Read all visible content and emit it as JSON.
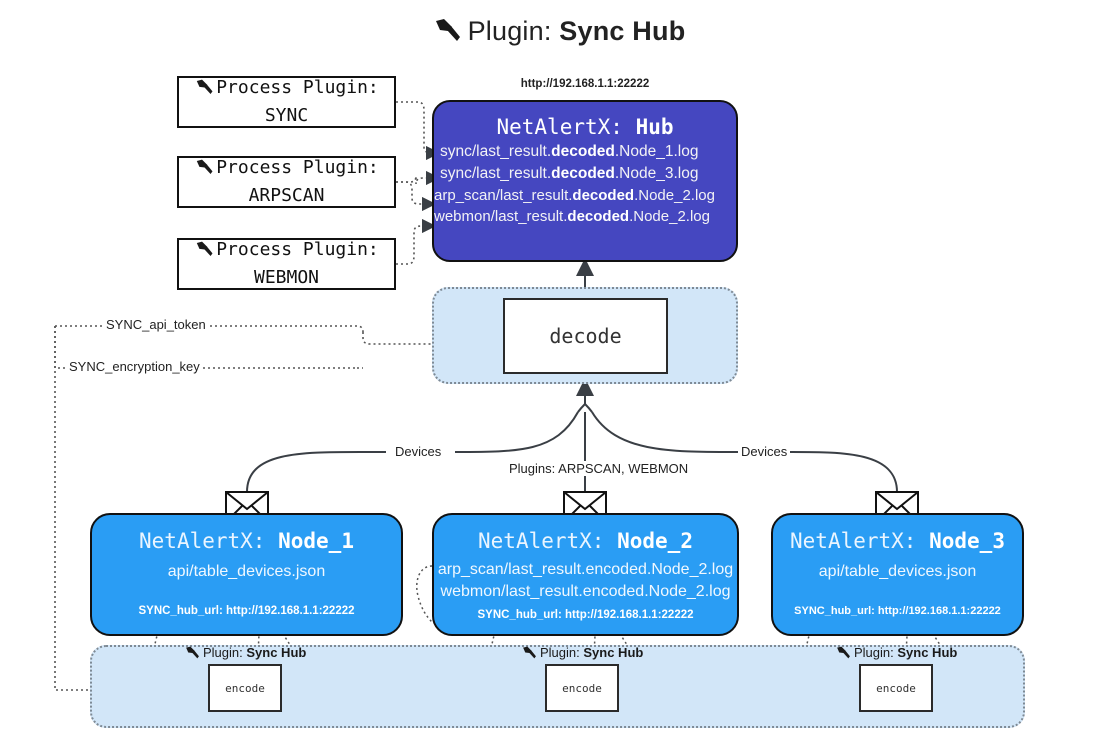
{
  "page": {
    "title_prefix": "Plugin:",
    "title_strong": "Sync Hub",
    "icon": "plug-icon"
  },
  "colors": {
    "hub_fill": "#4547c0",
    "node_fill": "#2a9df4",
    "zone_fill": "#d2e6f8",
    "border": "#111111"
  },
  "process_plugins": [
    {
      "line1": "Process Plugin:",
      "line2": "SYNC",
      "icon": "plug-icon"
    },
    {
      "line1": "Process Plugin:",
      "line2": "ARPSCAN",
      "icon": "plug-icon"
    },
    {
      "line1": "Process Plugin:",
      "line2": "WEBMON",
      "icon": "plug-icon"
    }
  ],
  "hub": {
    "url": "http://192.168.1.1:22222",
    "title_prefix": "NetAlertX:",
    "title_strong": "Hub",
    "logs": [
      {
        "pre": "sync/last_result.",
        "strong": "decoded",
        "post": ".Node_1.log"
      },
      {
        "pre": "sync/last_result.",
        "strong": "decoded",
        "post": ".Node_3.log"
      },
      {
        "pre": "arp_scan/last_result.",
        "strong": "decoded",
        "post": ".Node_2.log"
      },
      {
        "pre": "webmon/last_result.",
        "strong": "decoded",
        "post": ".Node_2.log"
      }
    ]
  },
  "decode": {
    "label": "decode"
  },
  "secrets": [
    {
      "label": "SYNC_api_token"
    },
    {
      "label": "SYNC_encryption_key"
    }
  ],
  "edge_labels": {
    "left_devices": "Devices",
    "right_devices": "Devices",
    "center_plugins": "Plugins: ARPSCAN, WEBMON"
  },
  "nodes": [
    {
      "title_prefix": "NetAlertX:",
      "title_strong": "Node_1",
      "lines": [
        "api/table_devices.json"
      ],
      "url_label": "SYNC_hub_url: http://192.168.1.1:22222",
      "icon": "envelope-icon"
    },
    {
      "title_prefix": "NetAlertX:",
      "title_strong": "Node_2",
      "lines": [
        "arp_scan/last_result.encoded.Node_2.log",
        "webmon/last_result.encoded.Node_2.log"
      ],
      "url_label": "SYNC_hub_url: http://192.168.1.1:22222",
      "icon": "envelope-icon"
    },
    {
      "title_prefix": "NetAlertX:",
      "title_strong": "Node_3",
      "lines": [
        "api/table_devices.json"
      ],
      "url_label": "SYNC_hub_url: http://192.168.1.1:22222",
      "icon": "envelope-icon"
    }
  ],
  "encode_zones": [
    {
      "caption_prefix": "Plugin:",
      "caption_strong": "Sync Hub",
      "box_label": "encode",
      "icon": "plug-icon"
    },
    {
      "caption_prefix": "Plugin:",
      "caption_strong": "Sync Hub",
      "box_label": "encode",
      "icon": "plug-icon"
    },
    {
      "caption_prefix": "Plugin:",
      "caption_strong": "Sync Hub",
      "box_label": "encode",
      "icon": "plug-icon"
    }
  ]
}
